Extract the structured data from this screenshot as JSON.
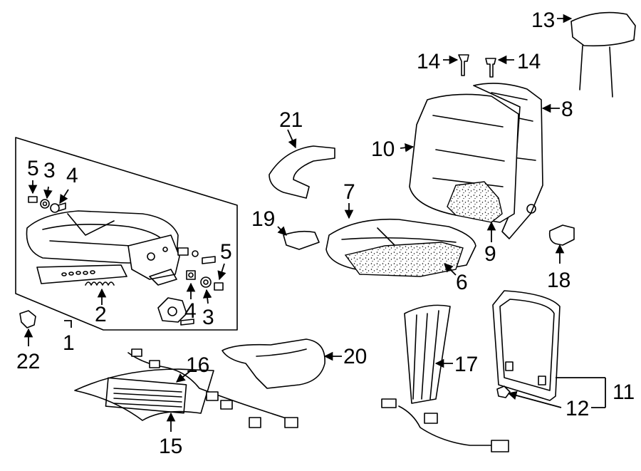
{
  "diagram": {
    "callouts": {
      "c1": "1",
      "c2": "2",
      "c3a": "3",
      "c3b": "3",
      "c4a": "4",
      "c4b": "4",
      "c5a": "5",
      "c5b": "5",
      "c6": "6",
      "c7": "7",
      "c8": "8",
      "c9": "9",
      "c10": "10",
      "c11": "11",
      "c12": "12",
      "c13": "13",
      "c14a": "14",
      "c14b": "14",
      "c15": "15",
      "c16": "16",
      "c17": "17",
      "c18": "18",
      "c19": "19",
      "c20": "20",
      "c21": "21",
      "c22": "22"
    }
  }
}
